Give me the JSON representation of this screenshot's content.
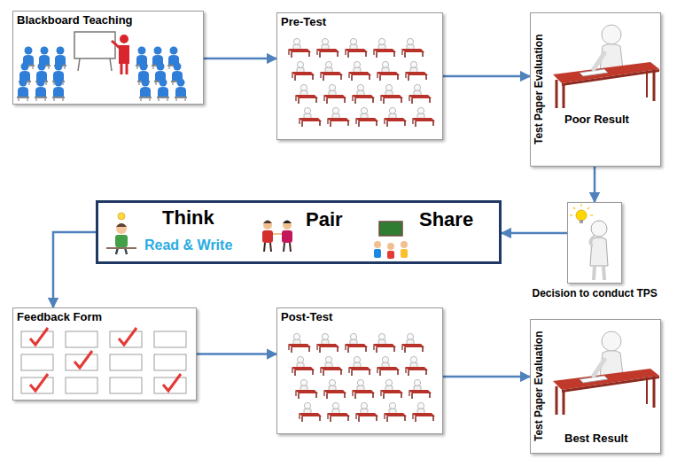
{
  "diagram": {
    "nodes": [
      {
        "text": [
          "Blackboard Teaching"
        ]
      },
      {
        "text": [
          "Pre-Test"
        ]
      },
      {
        "text": [
          "Test Paper Evaluation",
          "Poor Result"
        ]
      },
      {
        "text": [
          "Decision to conduct TPS"
        ]
      },
      {
        "text": [
          "Think",
          "Read & Write",
          "Pair",
          "Share"
        ]
      },
      {
        "text": [
          "Feedback Form"
        ]
      },
      {
        "text": [
          "Post-Test"
        ]
      },
      {
        "text": [
          "Test Paper Evaluation",
          "Best Result"
        ]
      }
    ],
    "edges": [
      {
        "from": 0,
        "to": 1,
        "arrow": "to"
      },
      {
        "from": 1,
        "to": 2,
        "arrow": "to"
      },
      {
        "from": 2,
        "to": 3,
        "arrow": "to"
      },
      {
        "from": 3,
        "to": 4,
        "arrow": "to"
      },
      {
        "from": 4,
        "to": 5,
        "arrow": "to"
      },
      {
        "from": 5,
        "to": 6,
        "arrow": "to"
      },
      {
        "from": 6,
        "to": 7,
        "arrow": "to"
      }
    ]
  }
}
